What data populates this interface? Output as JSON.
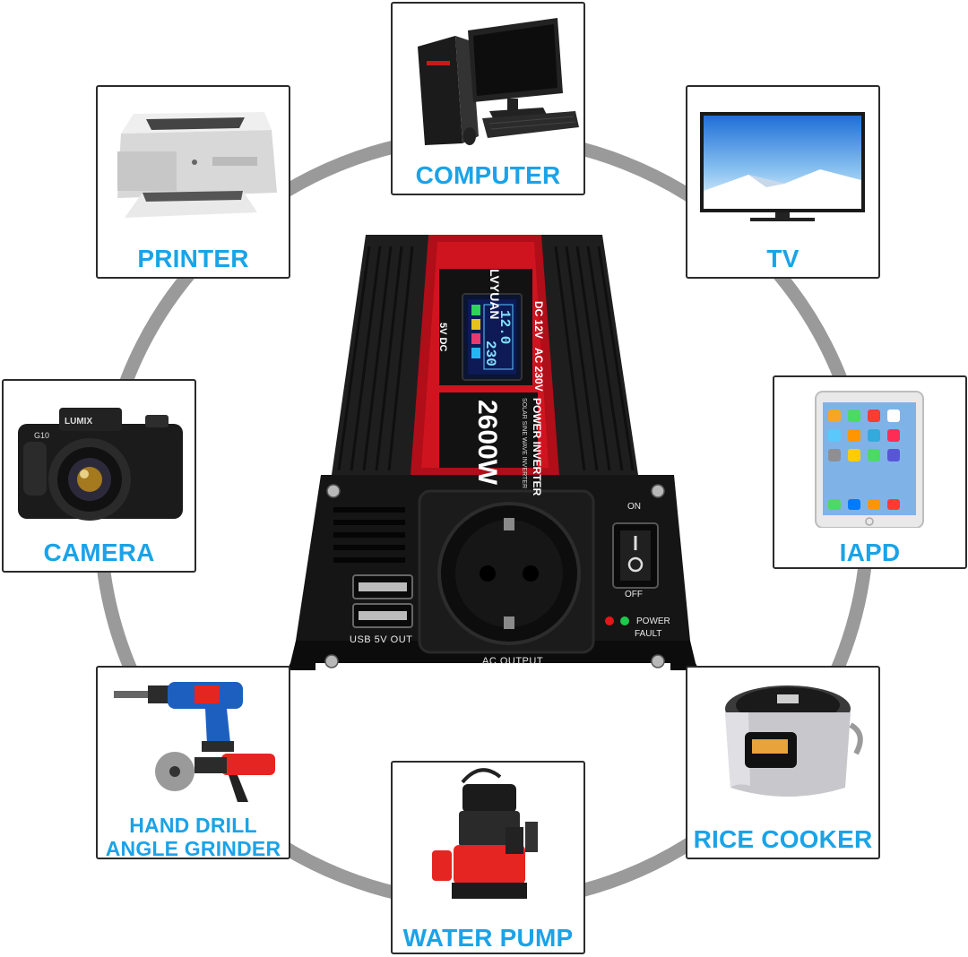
{
  "colors": {
    "accent_blue": "#1aa3e8",
    "ring_gray": "#9a9a9a",
    "inverter_red": "#c8101c",
    "card_border": "#2b2b2b"
  },
  "devices": {
    "computer": {
      "label": "COMPUTER",
      "icon": "desktop-computer-icon"
    },
    "printer": {
      "label": "PRINTER",
      "icon": "printer-icon"
    },
    "tv": {
      "label": "TV",
      "icon": "tv-icon"
    },
    "camera": {
      "label": "CAMERA",
      "icon": "camera-icon"
    },
    "ipad": {
      "label": "IAPD",
      "icon": "tablet-icon"
    },
    "drill": {
      "label_line1": "HAND DRILL",
      "label_line2": "ANGLE GRINDER",
      "icon": "power-tools-icon"
    },
    "cooker": {
      "label": "RICE COOKER",
      "icon": "rice-cooker-icon"
    },
    "pump": {
      "label": "WATER PUMP",
      "icon": "water-pump-icon"
    }
  },
  "inverter": {
    "brand": "LVYUAN",
    "title": "POWER INVERTER",
    "subtitle": "SOLAR SINE WAVE INVERTER",
    "wattage": "2600W",
    "input_spec": "DC 12V",
    "output_spec": "AC 230V",
    "usb_spec": "5V DC",
    "display_in": "12.0",
    "display_out": "230",
    "usb_label": "USB 5V OUT",
    "ac_label": "AC OUTPUT",
    "switch_on": "ON",
    "switch_off": "OFF",
    "led_power": "POWER",
    "led_fault": "FAULT"
  }
}
